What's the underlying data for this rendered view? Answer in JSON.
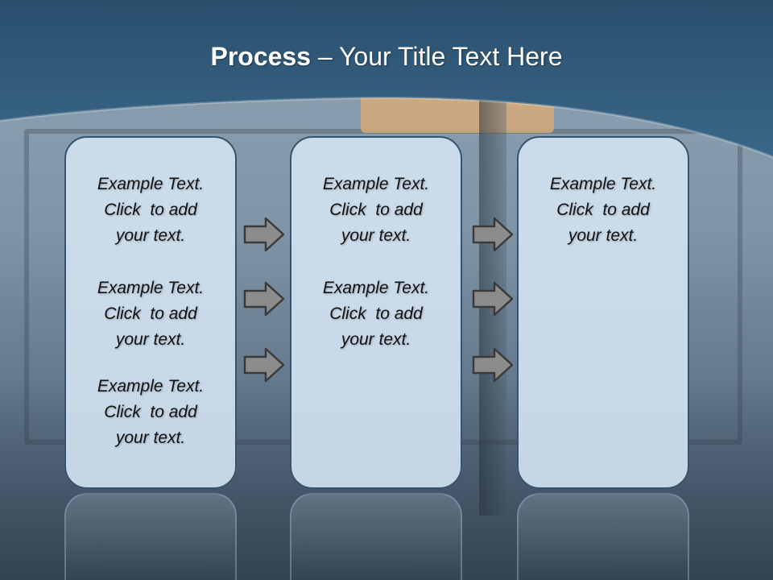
{
  "slide": {
    "title_bold": "Process",
    "title_rest": "– Your Title Text Here"
  },
  "columns": [
    {
      "blocks": [
        [
          "Example Text.",
          "Click  to add",
          "your text."
        ],
        [
          "Example Text.",
          "Click  to add",
          "your text."
        ],
        [
          "Example Text.",
          "Click  to add",
          "your text."
        ]
      ]
    },
    {
      "blocks": [
        [
          "Example Text.",
          "Click  to add",
          "your text."
        ],
        [
          "Example Text.",
          "Click  to add",
          "your text."
        ]
      ]
    },
    {
      "blocks": [
        [
          "Example Text.",
          "Click  to add",
          "your text."
        ]
      ]
    }
  ],
  "icons": {
    "arrow": "right-arrow-icon"
  },
  "colors": {
    "header": "#2f5878",
    "panel_fill": "#d0e1f0",
    "panel_border": "#36536f",
    "arrow_fill": "#8c8c8c",
    "arrow_stroke": "#3a3a3a",
    "title_text": "#ffffff"
  }
}
